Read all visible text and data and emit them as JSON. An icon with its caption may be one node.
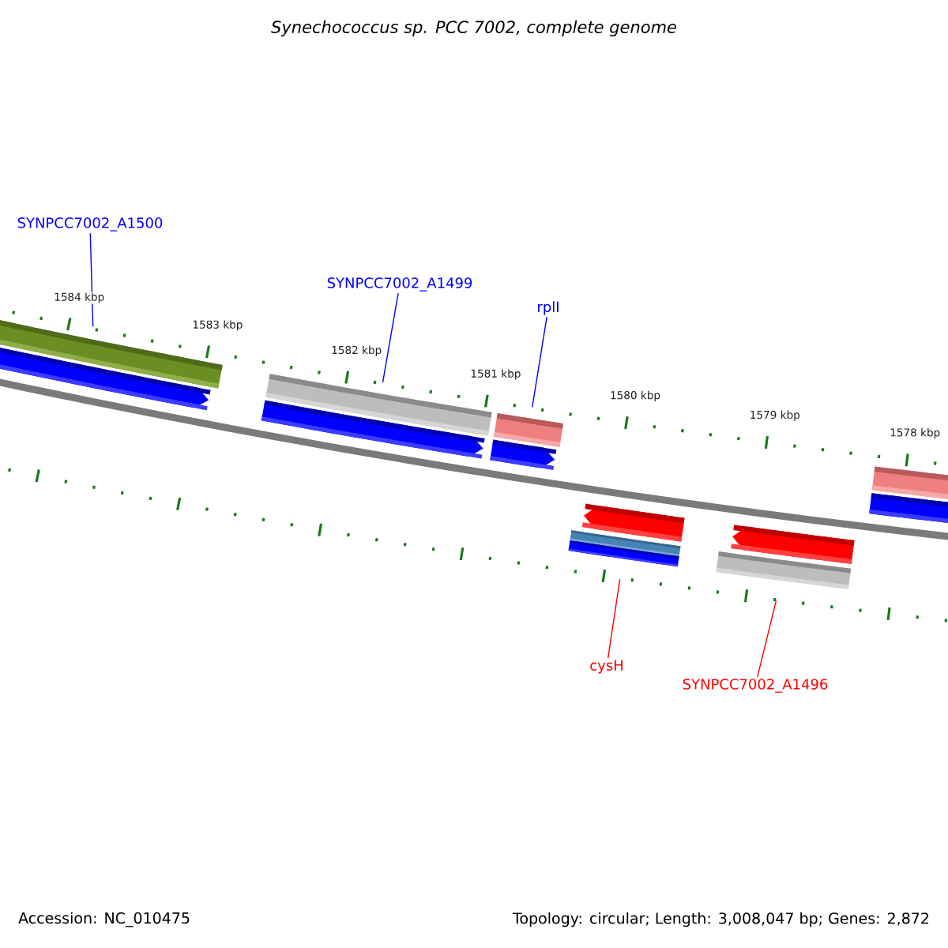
{
  "diagram": {
    "title": "*Synechococcus sp. PCC 7002, complete genome*",
    "nodes": [
      {
        "text": [
          "SYNPCC7002_A1500"
        ]
      },
      {
        "text": [],
        "shape": "bar"
      },
      {
        "text": [
          "SYNPCC7002_A1499"
        ]
      },
      {
        "text": [],
        "shape": "bar"
      },
      {
        "text": [
          "rplI"
        ]
      },
      {
        "text": [],
        "shape": "bar"
      },
      {
        "text": [
          "cysH"
        ]
      },
      {
        "text": [],
        "shape": "bar"
      },
      {
        "text": [
          "SYNPCC7002_A1496"
        ]
      },
      {
        "text": [],
        "shape": "bar"
      }
    ],
    "edges": [
      {
        "from": 0,
        "to": 1,
        "arrow": "none",
        "color": "#0000ff"
      },
      {
        "from": 2,
        "to": 3,
        "arrow": "none",
        "color": "#0000ff"
      },
      {
        "from": 4,
        "to": 5,
        "arrow": "none",
        "color": "#0000ff"
      },
      {
        "from": 6,
        "to": 7,
        "arrow": "none",
        "color": "#ff0000"
      },
      {
        "from": 8,
        "to": 9,
        "arrow": "none",
        "color": "#ff0000"
      }
    ],
    "labels": [
      "1584 kbp",
      "1583 kbp",
      "1582 kbp",
      "1581 kbp",
      "1580 kbp",
      "1579 kbp",
      "1578 kbp",
      "Accession: NC_010475",
      "Topology: circular; Length: 3,008,047 bp; Genes: 2,872"
    ]
  }
}
